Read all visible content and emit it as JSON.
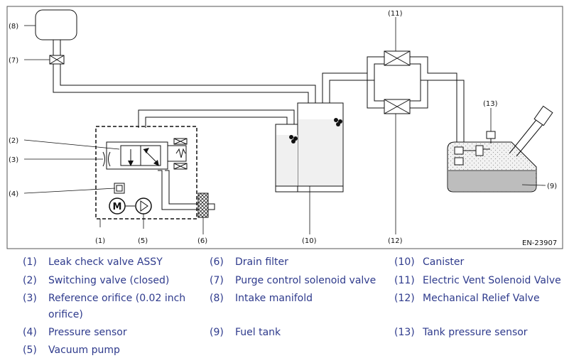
{
  "diagram": {
    "labels": {
      "l1": "(1)",
      "l2": "(2)",
      "l3": "(3)",
      "l4": "(4)",
      "l5": "(5)",
      "l6": "(6)",
      "l7": "(7)",
      "l8": "(8)",
      "l9": "(9)",
      "l10": "(10)",
      "l11": "(11)",
      "l12": "(12)",
      "l13": "(13)"
    },
    "pump_letter": "M",
    "figure_id": "EN-23907"
  },
  "legend": [
    {
      "num": "(1)",
      "text": "Leak check valve ASSY"
    },
    {
      "num": "(2)",
      "text": "Switching valve (closed)"
    },
    {
      "num": "(3)",
      "text": "Reference orifice (0.02 inch",
      "text2": "orifice)"
    },
    {
      "num": "(4)",
      "text": "Pressure sensor"
    },
    {
      "num": "(5)",
      "text": "Vacuum pump"
    },
    {
      "num": "(6)",
      "text": "Drain filter"
    },
    {
      "num": "(7)",
      "text": "Purge control solenoid valve"
    },
    {
      "num": "(8)",
      "text": "Intake manifold"
    },
    {
      "num": "(9)",
      "text": "Fuel tank"
    },
    {
      "num": "(10)",
      "text": "Canister"
    },
    {
      "num": "(11)",
      "text": "Electric Vent Solenoid Valve"
    },
    {
      "num": "(12)",
      "text": "Mechanical Relief Valve"
    },
    {
      "num": "(13)",
      "text": "Tank pressure sensor"
    }
  ]
}
